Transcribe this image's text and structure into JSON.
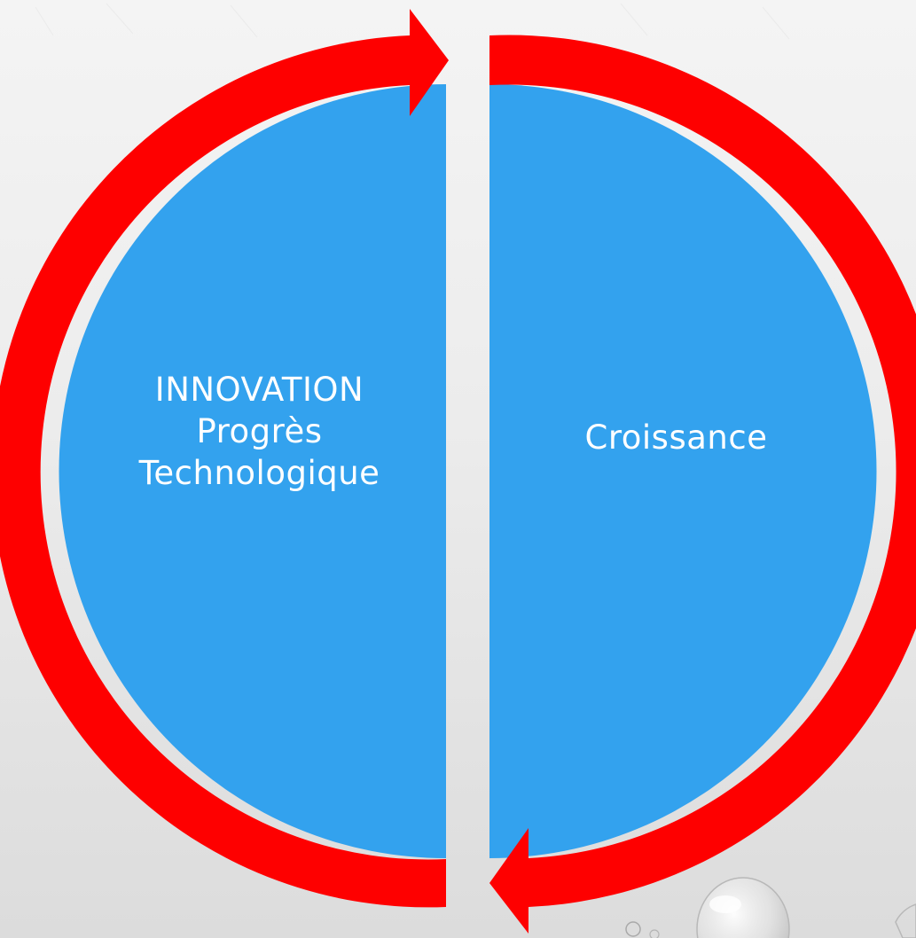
{
  "diagram": {
    "left_half": {
      "lines": [
        "INNOVATION",
        "Progrès",
        "Technologique"
      ]
    },
    "right_half": {
      "lines": [
        "Croissance"
      ]
    }
  },
  "colors": {
    "fill": "#33a2ee",
    "arrow": "#fe0000",
    "gap": "#ffffff"
  }
}
